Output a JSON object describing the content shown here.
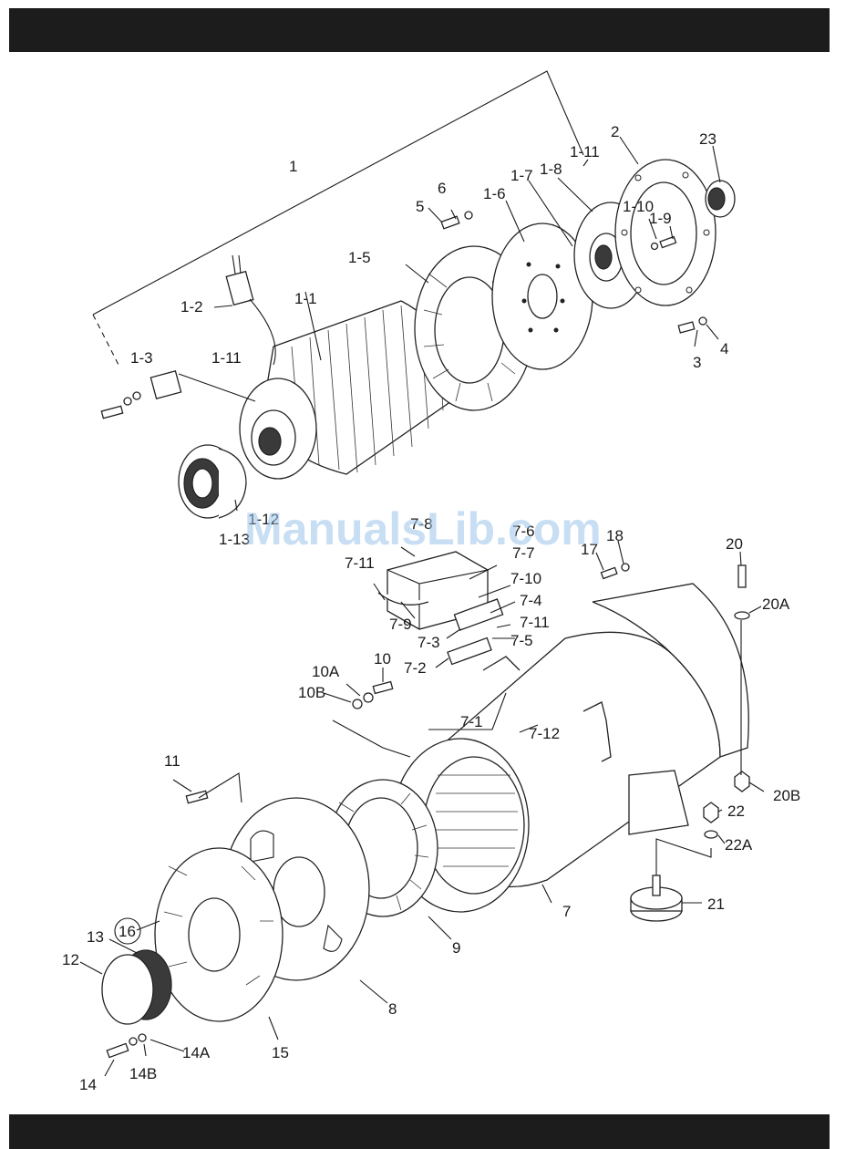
{
  "watermark": "ManualsLib.com",
  "callouts": [
    {
      "id": "c1",
      "text": "1"
    },
    {
      "id": "c1-1",
      "text": "1-1"
    },
    {
      "id": "c1-2",
      "text": "1-2"
    },
    {
      "id": "c1-3",
      "text": "1-3"
    },
    {
      "id": "c1-5",
      "text": "1-5"
    },
    {
      "id": "c1-6",
      "text": "1-6"
    },
    {
      "id": "c1-7",
      "text": "1-7"
    },
    {
      "id": "c1-8",
      "text": "1-8"
    },
    {
      "id": "c1-9",
      "text": "1-9"
    },
    {
      "id": "c1-10",
      "text": "1-10"
    },
    {
      "id": "c1-11a",
      "text": "1-11"
    },
    {
      "id": "c1-11b",
      "text": "1-11"
    },
    {
      "id": "c1-12",
      "text": "1-12"
    },
    {
      "id": "c1-13",
      "text": "1-13"
    },
    {
      "id": "c2",
      "text": "2"
    },
    {
      "id": "c3",
      "text": "3"
    },
    {
      "id": "c4",
      "text": "4"
    },
    {
      "id": "c5",
      "text": "5"
    },
    {
      "id": "c6",
      "text": "6"
    },
    {
      "id": "c23",
      "text": "23"
    },
    {
      "id": "c7",
      "text": "7"
    },
    {
      "id": "c7-1",
      "text": "7-1"
    },
    {
      "id": "c7-2",
      "text": "7-2"
    },
    {
      "id": "c7-3",
      "text": "7-3"
    },
    {
      "id": "c7-4",
      "text": "7-4"
    },
    {
      "id": "c7-5",
      "text": "7-5"
    },
    {
      "id": "c7-6",
      "text": "7-6"
    },
    {
      "id": "c7-7",
      "text": "7-7"
    },
    {
      "id": "c7-8",
      "text": "7-8"
    },
    {
      "id": "c7-9",
      "text": "7-9"
    },
    {
      "id": "c7-10",
      "text": "7-10"
    },
    {
      "id": "c7-11a",
      "text": "7-11"
    },
    {
      "id": "c7-11b",
      "text": "7-11"
    },
    {
      "id": "c7-12",
      "text": "7-12"
    },
    {
      "id": "c8",
      "text": "8"
    },
    {
      "id": "c9",
      "text": "9"
    },
    {
      "id": "c10",
      "text": "10"
    },
    {
      "id": "c10A",
      "text": "10A"
    },
    {
      "id": "c10B",
      "text": "10B"
    },
    {
      "id": "c11",
      "text": "11"
    },
    {
      "id": "c12",
      "text": "12"
    },
    {
      "id": "c13",
      "text": "13"
    },
    {
      "id": "c14",
      "text": "14"
    },
    {
      "id": "c14A",
      "text": "14A"
    },
    {
      "id": "c14B",
      "text": "14B"
    },
    {
      "id": "c15",
      "text": "15"
    },
    {
      "id": "c16",
      "text": "16"
    },
    {
      "id": "c17",
      "text": "17"
    },
    {
      "id": "c18",
      "text": "18"
    },
    {
      "id": "c20",
      "text": "20"
    },
    {
      "id": "c20A",
      "text": "20A"
    },
    {
      "id": "c20B",
      "text": "20B"
    },
    {
      "id": "c21",
      "text": "21"
    },
    {
      "id": "c22",
      "text": "22"
    },
    {
      "id": "c22A",
      "text": "22A"
    }
  ]
}
